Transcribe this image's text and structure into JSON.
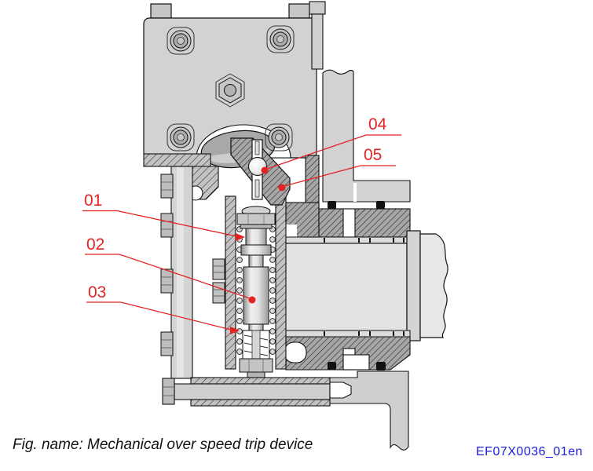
{
  "figure": {
    "caption": "Fig. name: Mechanical over speed trip device",
    "doc_id": "EF07X0036_01en"
  },
  "callouts": {
    "c01": "01",
    "c02": "02",
    "c03": "03",
    "c04": "04",
    "c05": "05"
  },
  "colors": {
    "callout_red": "#e42222",
    "doc_id_blue": "#1b1be0",
    "caption_black": "#111111"
  }
}
